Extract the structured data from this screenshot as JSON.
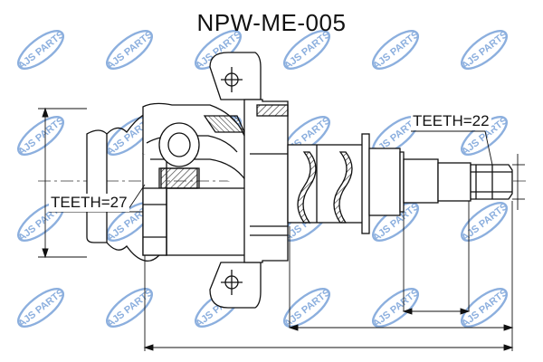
{
  "title": "NPW-ME-005",
  "labels": {
    "teeth_left": "TEETH=27",
    "teeth_right": "TEETH=22"
  },
  "watermark": {
    "text": "AJS PARTS",
    "color": "#2f6fc4"
  },
  "colors": {
    "line": "#111111",
    "hatch": "#222222"
  }
}
